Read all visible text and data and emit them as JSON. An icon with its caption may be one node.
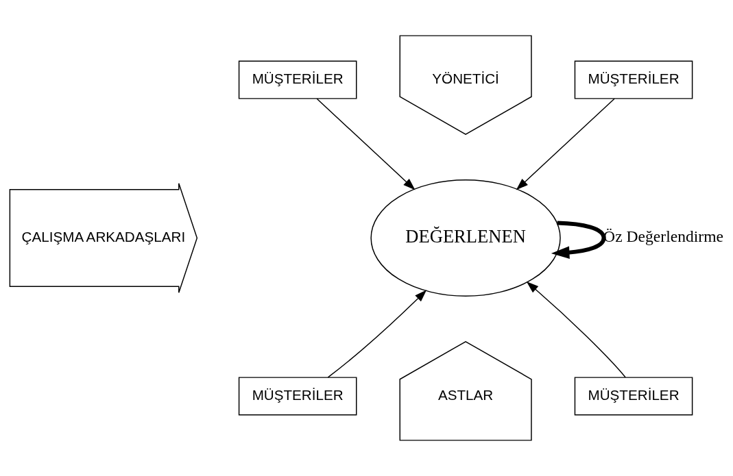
{
  "diagram": {
    "nodes": [
      {
        "text": [
          "DEĞERLENEN"
        ]
      },
      {
        "text": [
          "MÜŞTERİLER"
        ]
      },
      {
        "text": [
          "YÖNETİCİ"
        ]
      },
      {
        "text": [
          "MÜŞTERİLER"
        ]
      },
      {
        "text": [
          "ÇALIŞMA ARKADAŞLARI"
        ]
      },
      {
        "text": [
          "MÜŞTERİLER"
        ]
      },
      {
        "text": [
          "ASTLAR"
        ]
      },
      {
        "text": [
          "MÜŞTERİLER"
        ]
      }
    ],
    "edges": [
      {
        "from": 1,
        "to": 0,
        "arrow": "to"
      },
      {
        "from": 3,
        "to": 0,
        "arrow": "to"
      },
      {
        "from": 5,
        "to": 0,
        "arrow": "to"
      },
      {
        "from": 7,
        "to": 0,
        "arrow": "to"
      },
      {
        "from": 0,
        "to": 0,
        "arrow": "to",
        "label": "Öz Değerlendirme",
        "style": "thick"
      }
    ]
  }
}
